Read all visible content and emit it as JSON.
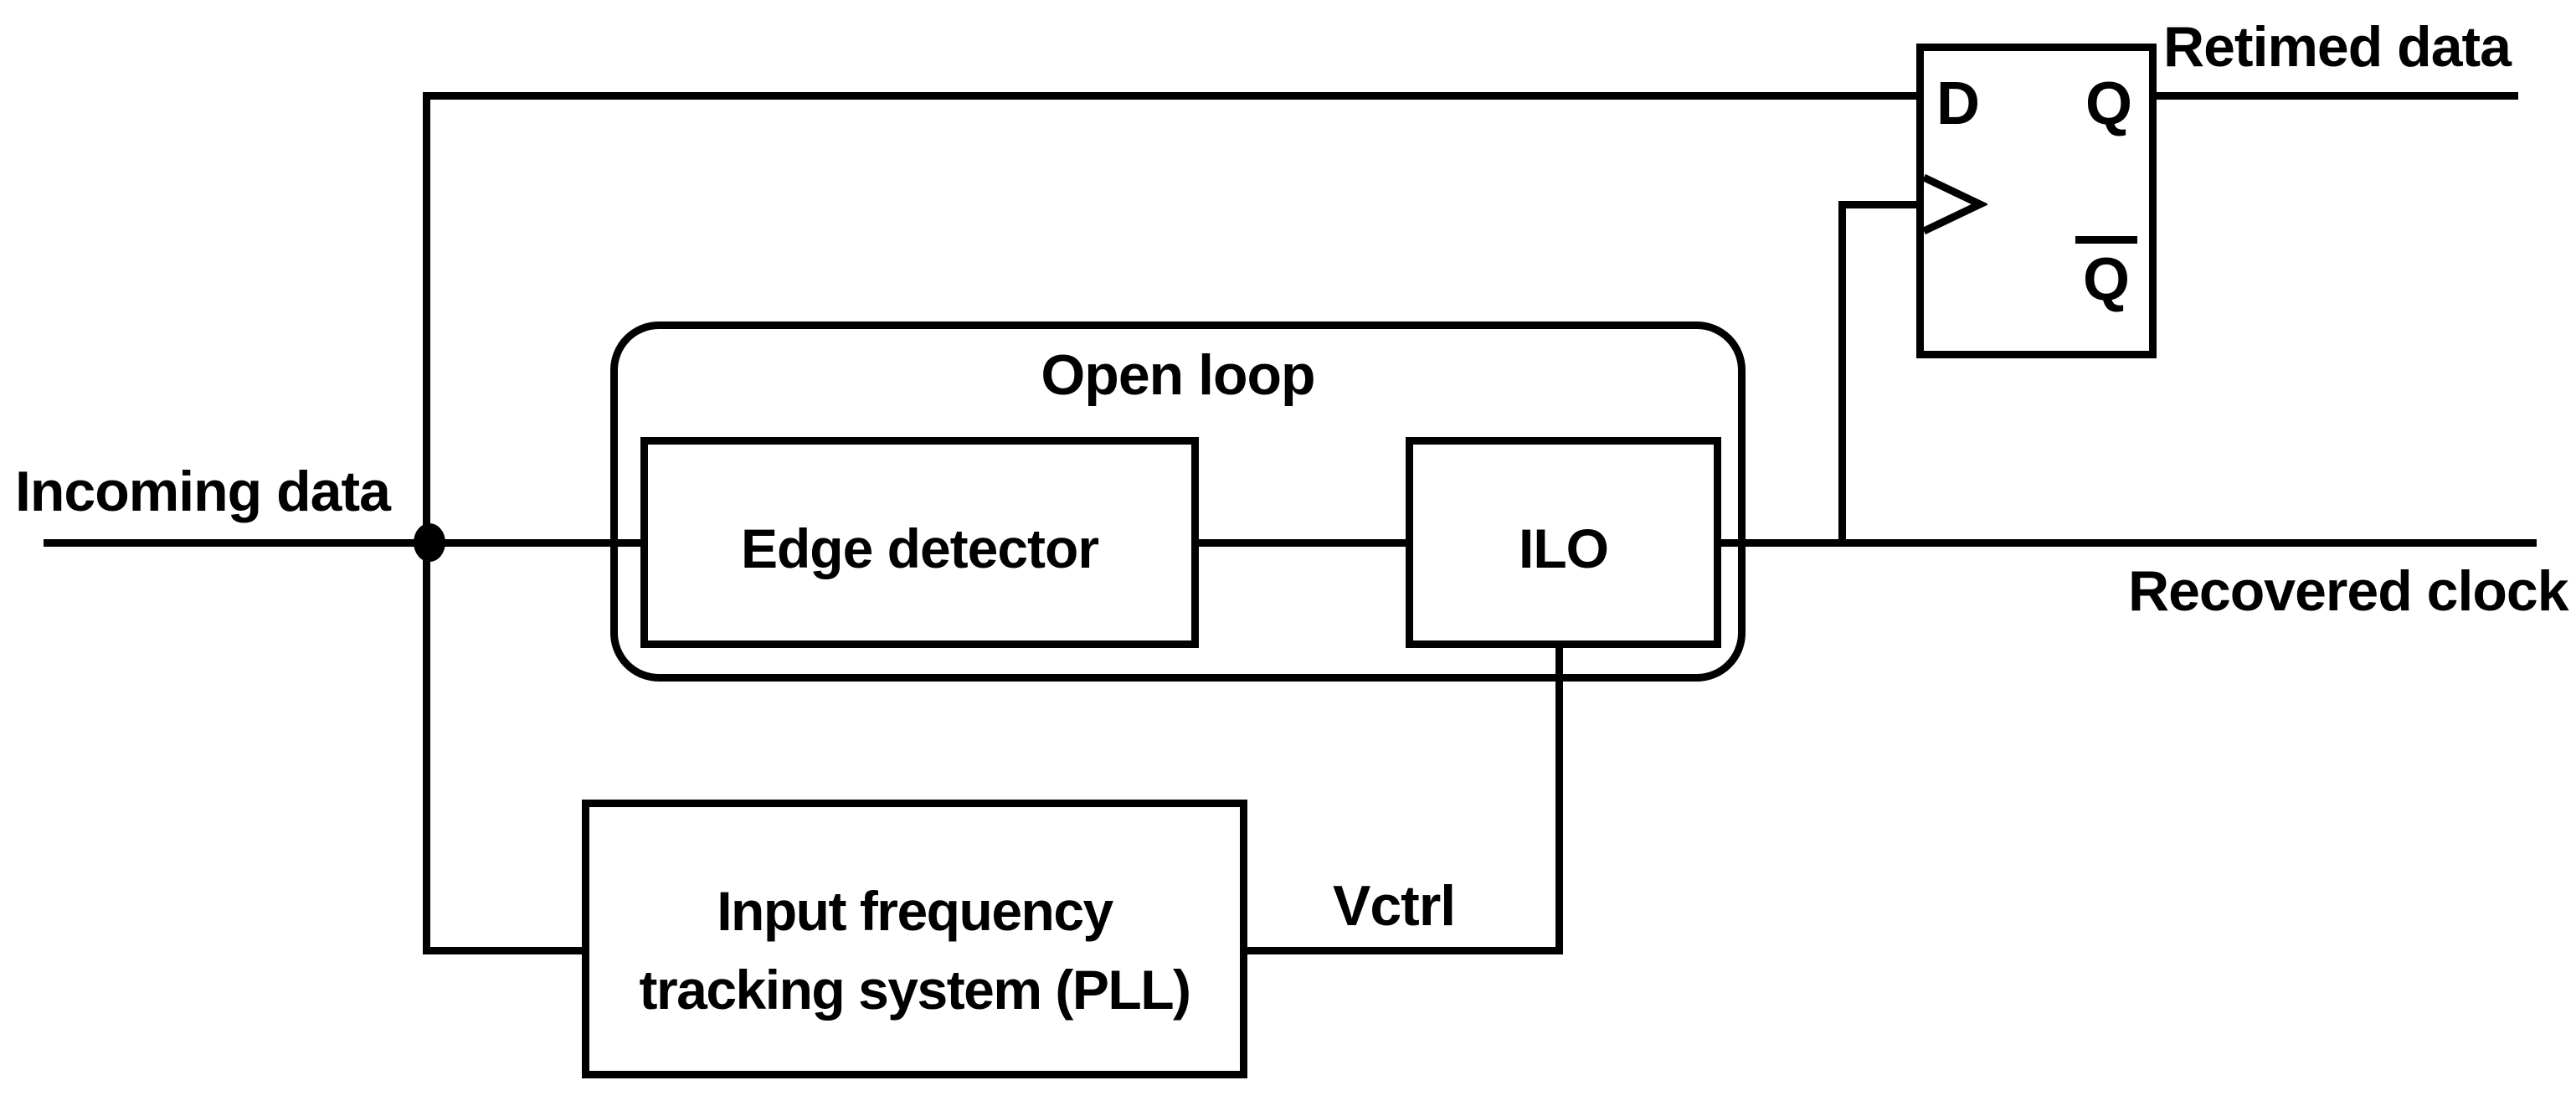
{
  "colors": {
    "ink": "#000000",
    "paper": "#ffffff"
  },
  "labels": {
    "incoming_data": "Incoming data",
    "retimed_data": "Retimed data",
    "recovered_clock": "Recovered clock",
    "vctrl": "Vctrl"
  },
  "blocks": {
    "open_loop_group": "Open loop",
    "edge_detector": "Edge detector",
    "ilo": "ILO",
    "pll_line1": "Input frequency",
    "pll_line2": "tracking system (PLL)",
    "flip_flop": {
      "d_pin": "D",
      "q_pin": "Q",
      "q_bar_pin": "Q"
    }
  }
}
